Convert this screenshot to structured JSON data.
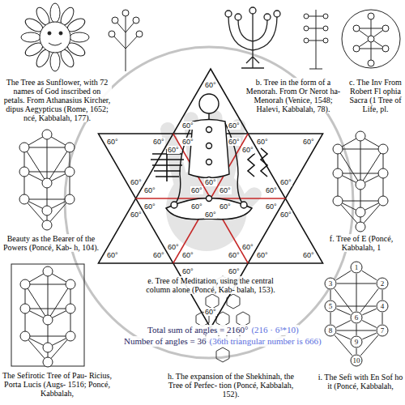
{
  "diagram": {
    "nodes": [
      {
        "text": [
          "1"
        ]
      },
      {
        "text": [
          "3"
        ]
      },
      {
        "text": [
          "2"
        ]
      },
      {
        "text": [
          "5"
        ]
      },
      {
        "text": [
          "4"
        ]
      },
      {
        "text": [
          "6"
        ]
      },
      {
        "text": [
          "8"
        ]
      },
      {
        "text": [
          "7"
        ]
      },
      {
        "text": [
          "9"
        ]
      },
      {
        "text": [
          "10"
        ]
      }
    ],
    "edges": [
      {
        "from": 0,
        "to": 2,
        "arrow": "none"
      },
      {
        "from": 0,
        "to": 1,
        "arrow": "none"
      },
      {
        "from": 2,
        "to": 1,
        "arrow": "none"
      },
      {
        "from": 0,
        "to": 5,
        "arrow": "none"
      },
      {
        "from": 2,
        "to": 4,
        "arrow": "none"
      },
      {
        "from": 1,
        "to": 3,
        "arrow": "none"
      },
      {
        "from": 2,
        "to": 5,
        "arrow": "none"
      },
      {
        "from": 1,
        "to": 5,
        "arrow": "none"
      },
      {
        "from": 4,
        "to": 3,
        "arrow": "none"
      },
      {
        "from": 4,
        "to": 5,
        "arrow": "none"
      },
      {
        "from": 3,
        "to": 5,
        "arrow": "none"
      },
      {
        "from": 4,
        "to": 7,
        "arrow": "none"
      },
      {
        "from": 3,
        "to": 6,
        "arrow": "none"
      },
      {
        "from": 5,
        "to": 7,
        "arrow": "none"
      },
      {
        "from": 5,
        "to": 6,
        "arrow": "none"
      },
      {
        "from": 5,
        "to": 8,
        "arrow": "none"
      },
      {
        "from": 7,
        "to": 6,
        "arrow": "none"
      },
      {
        "from": 7,
        "to": 8,
        "arrow": "none"
      },
      {
        "from": 6,
        "to": 8,
        "arrow": "none"
      },
      {
        "from": 8,
        "to": 9,
        "arrow": "none"
      },
      {
        "from": 7,
        "to": 9,
        "arrow": "none"
      },
      {
        "from": 6,
        "to": 9,
        "arrow": "none"
      }
    ],
    "labels": [
      "The Tree as Sunflower, with 72 names of God inscribed on petals. From Athanasius Kircher, dipus Aegypticus (Rome, 1652; ncé, Kabbalah, 177).",
      "b. Tree in the form of a Menorah. From Or Nerot ha-Menorah (Venice, 1548; Halevi, Kabbalah, 78).",
      "c. The Inv From Robert Fl ophia Sacra (1 Tree of Life, pl.",
      "60°",
      "60°",
      "60°",
      "60°",
      "60°",
      "60°",
      "60°",
      "60°",
      "60°",
      "60°",
      "60°",
      "60°",
      "60°",
      "60°",
      "60°",
      "60°",
      "60°",
      "60°",
      "60°",
      "60°",
      "60°",
      "60°",
      "60°",
      "60°",
      "60°",
      "60°",
      "60°",
      "60°",
      "60°",
      "60°",
      "60°",
      "60°",
      "60°",
      "60°",
      "60°",
      "60°",
      "Beauty as the Bearer of the Powers (Poncé, Kab- h, 104).",
      "e. Tree of Meditation, using the central column alone (Poncé, Kab- balah, 153).",
      "f. Tree of E (Poncé, Kabbalah, 1",
      "Total sum of angles = 2160°",
      "(216 · 6³*10)",
      "Number of angles = 36",
      "(36th triangular number is 666)",
      "The Sefirotic Tree of Pau- Ricius, Porta Lucis (Augs- 1516; Poncé, Kabbalah,",
      "h. The expansion of the Shekhinah, the Tree of Perfec- tion (Poncé, Kabbalah, 152).",
      "i. The Sefi with En Sof ho it (Poncé, Kabbalah,"
    ]
  }
}
